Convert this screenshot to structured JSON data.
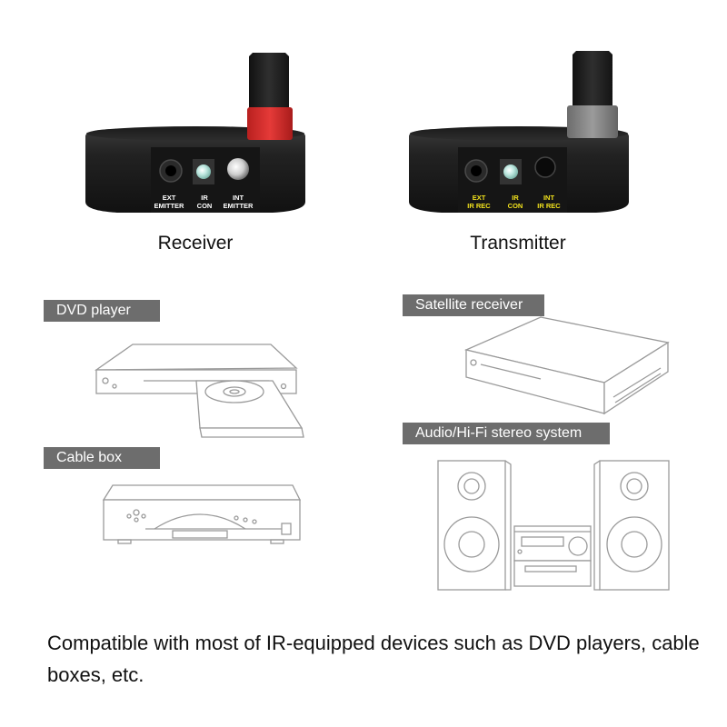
{
  "devices": {
    "receiver": {
      "name": "Receiver",
      "ports": [
        "EXT\nEMITTER",
        "IR\nCON",
        "INT\nEMITTER"
      ],
      "port_label_color": "#ffffff",
      "antenna_ring_color": "#e53a38"
    },
    "transmitter": {
      "name": "Transmitter",
      "ports": [
        "EXT\nIR REC",
        "IR\nCON",
        "INT\nIR REC"
      ],
      "port_label_color": "#f2e21c",
      "antenna_ring_color": "#8c8c8c"
    }
  },
  "compatible_devices": [
    {
      "label": "DVD player",
      "icon": "dvd-player-icon"
    },
    {
      "label": "Cable box",
      "icon": "cable-box-icon"
    },
    {
      "label": "Satellite receiver",
      "icon": "satellite-receiver-icon"
    },
    {
      "label": "Audio/Hi-Fi stereo system",
      "icon": "stereo-system-icon"
    }
  ],
  "footer_text": "Compatible with most of IR-equipped devices such as DVD players, cable boxes, etc.",
  "colors": {
    "tag_background": "#6d6d6d",
    "device_body": "#1e1e1e",
    "line_art": "#9a9a9a"
  }
}
